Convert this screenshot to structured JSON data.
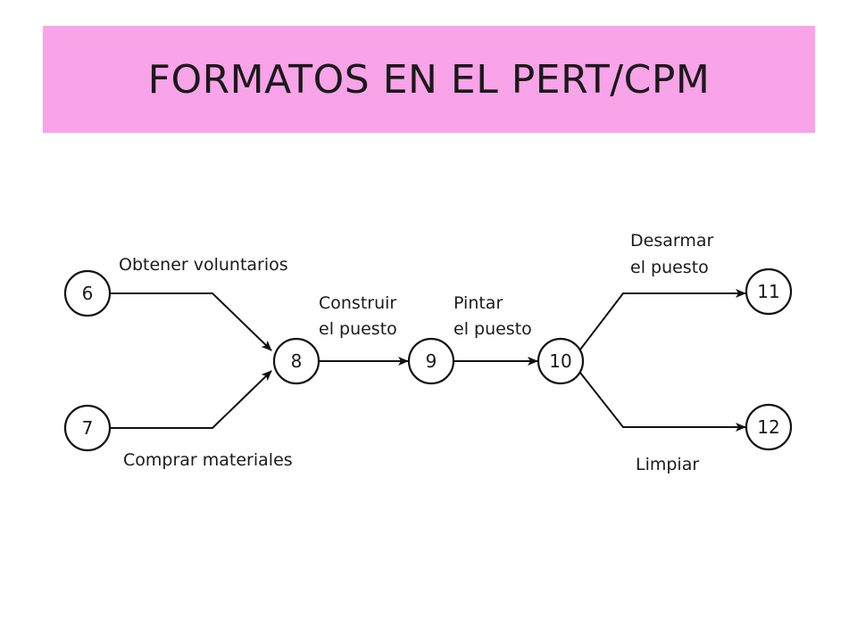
{
  "title": "FORMATOS EN EL PERT/CPM",
  "colors": {
    "title_band": "#f9a3e8",
    "ink": "#111111"
  },
  "nodes": [
    {
      "id": "6",
      "label": "6"
    },
    {
      "id": "7",
      "label": "7"
    },
    {
      "id": "8",
      "label": "8"
    },
    {
      "id": "9",
      "label": "9"
    },
    {
      "id": "10",
      "label": "10"
    },
    {
      "id": "11",
      "label": "11"
    },
    {
      "id": "12",
      "label": "12"
    }
  ],
  "edges": [
    {
      "from": "6",
      "to": "8",
      "label_lines": [
        "Obtener voluntarios"
      ]
    },
    {
      "from": "7",
      "to": "8",
      "label_lines": [
        "Comprar materiales"
      ]
    },
    {
      "from": "8",
      "to": "9",
      "label_lines": [
        "Construir",
        "el puesto"
      ]
    },
    {
      "from": "9",
      "to": "10",
      "label_lines": [
        "Pintar",
        "el puesto"
      ]
    },
    {
      "from": "10",
      "to": "11",
      "label_lines": [
        "Desarmar",
        "el puesto"
      ]
    },
    {
      "from": "10",
      "to": "12",
      "label_lines": [
        "Limpiar"
      ]
    }
  ]
}
